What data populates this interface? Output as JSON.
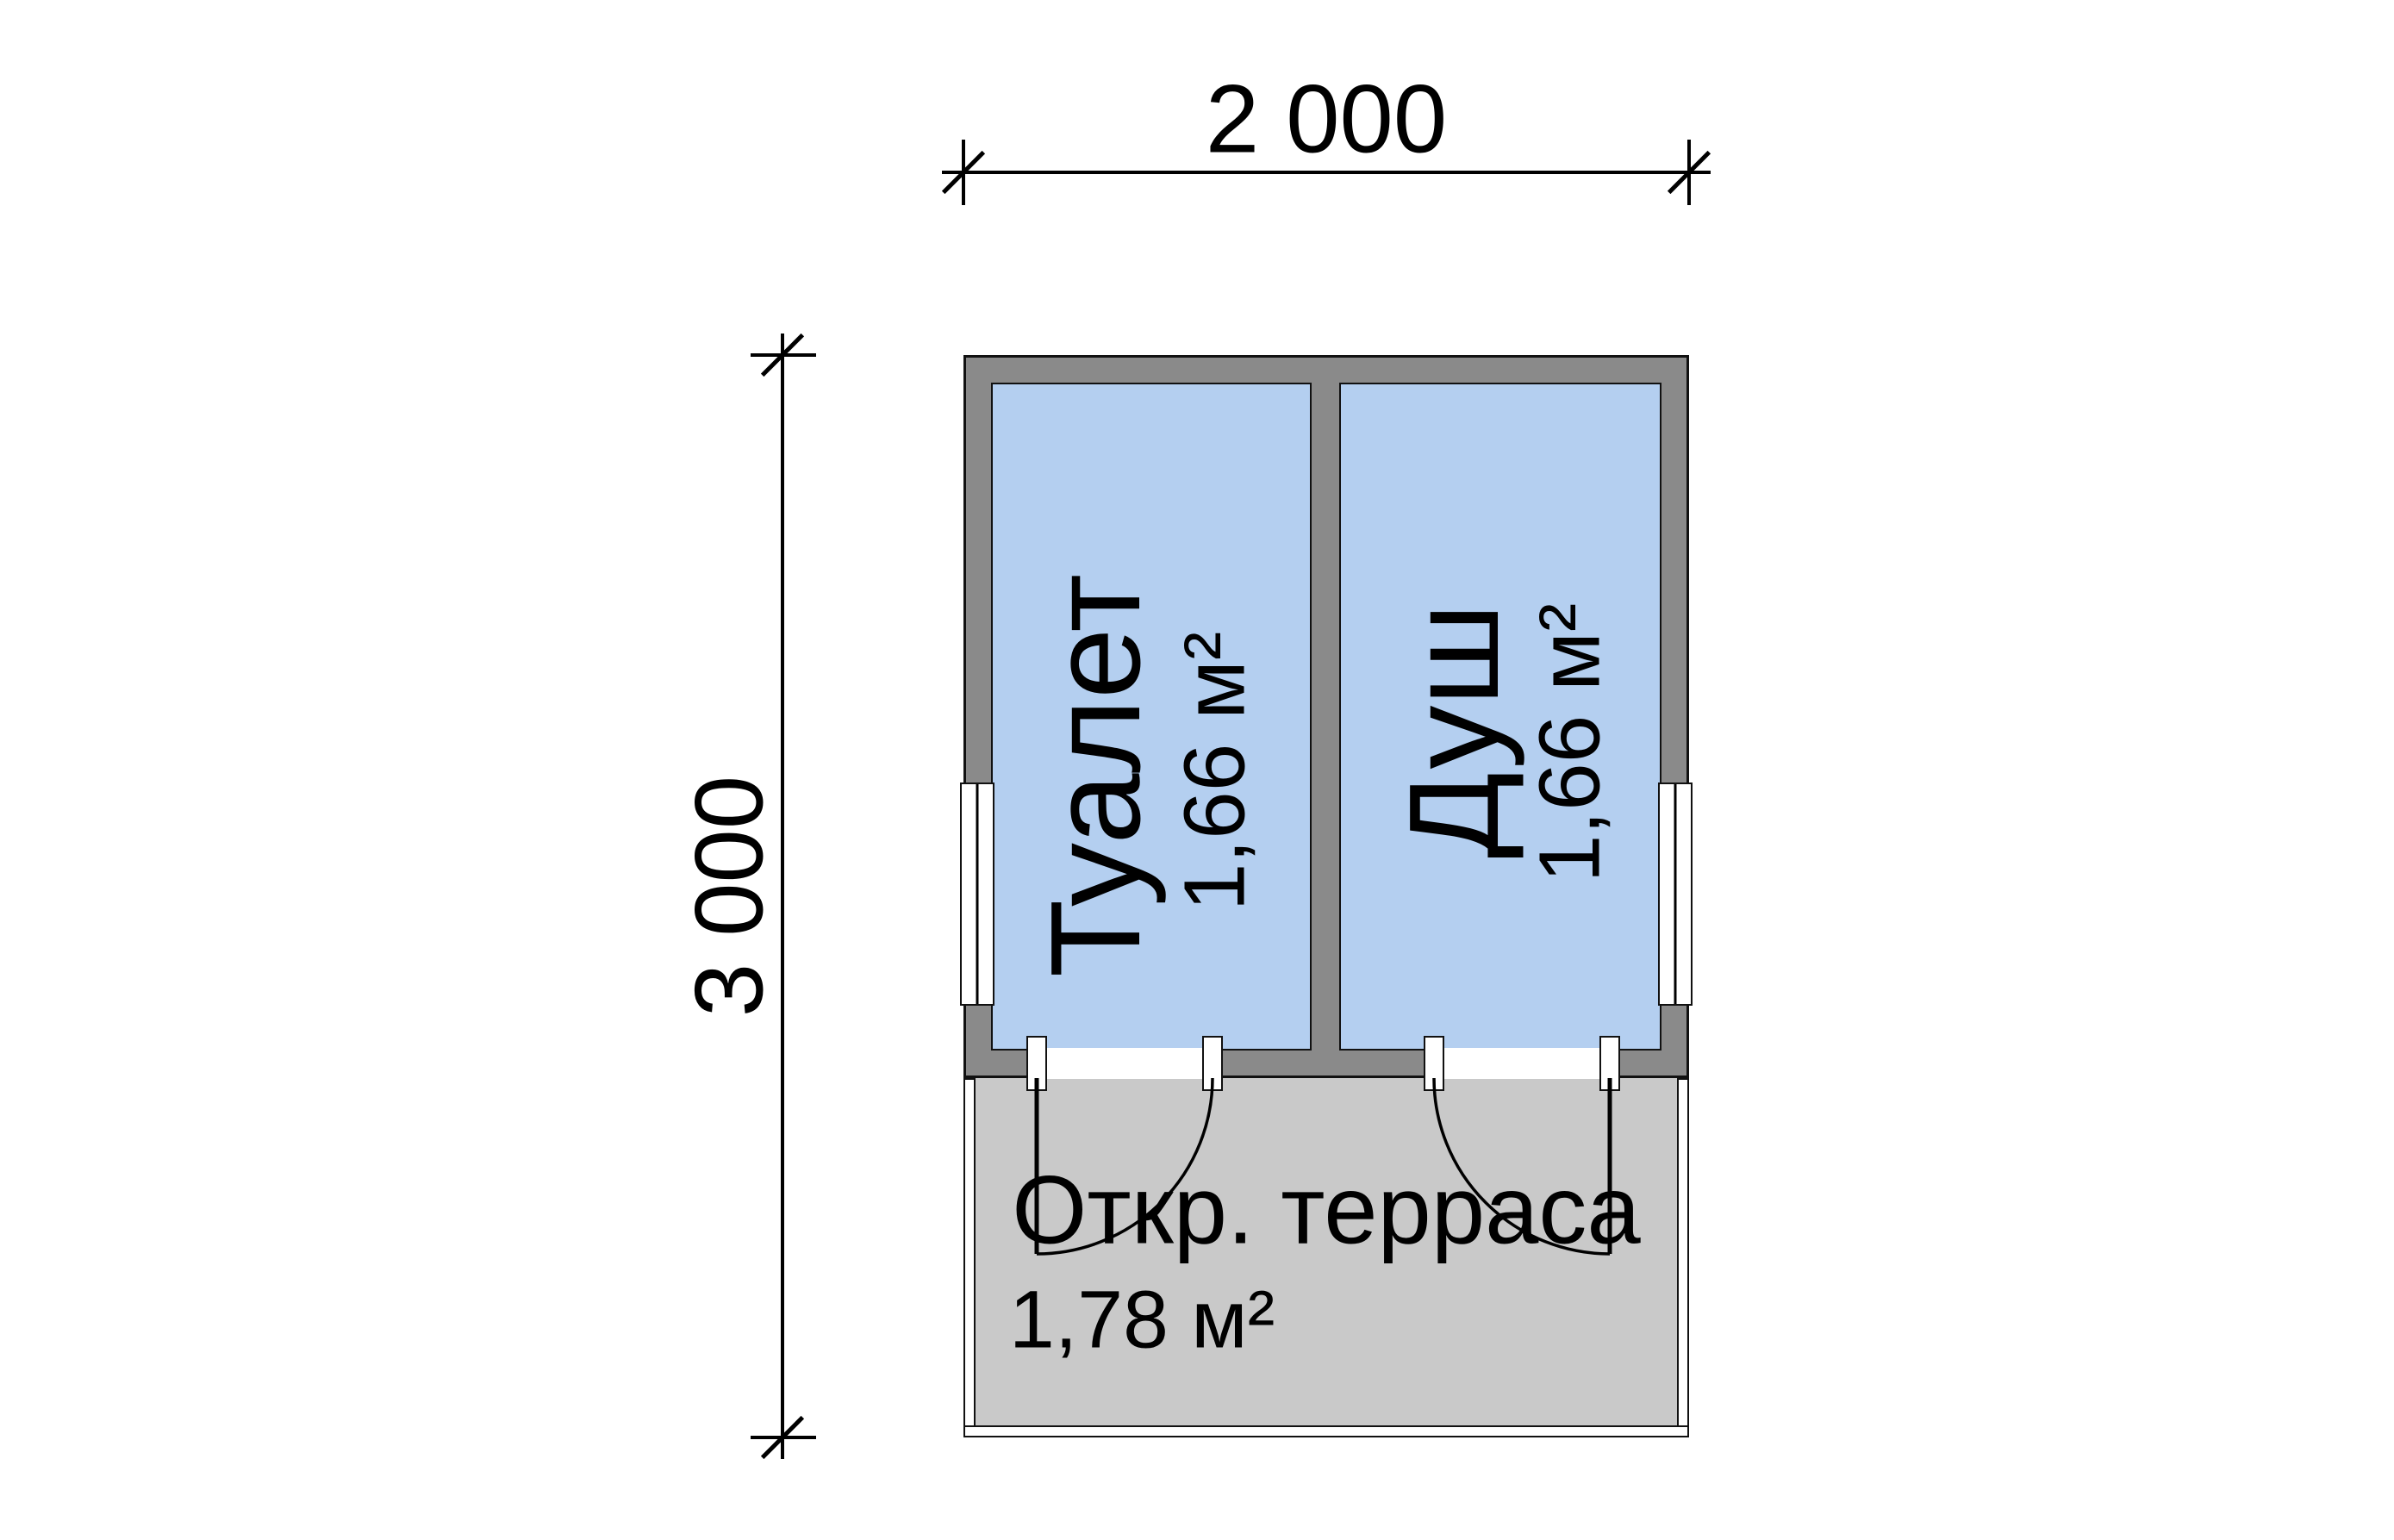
{
  "plan": {
    "dimensions": {
      "width": {
        "label": "2 000"
      },
      "height": {
        "label": "3 000"
      }
    },
    "rooms": [
      {
        "id": "toilet",
        "name": "Туалет",
        "area": "1,66 м²"
      },
      {
        "id": "shower",
        "name": "Душ",
        "area": "1,66 м²"
      },
      {
        "id": "terrace",
        "name": "Откр. терраса",
        "area": "1,78 м²"
      }
    ]
  },
  "colors": {
    "wall": "#8a8a8a",
    "wall_outline": "#111111",
    "room_fill": "#b4cff0",
    "terrace_fill": "#c9c9c9",
    "line": "#000000",
    "text": "#000000",
    "background": "#ffffff"
  }
}
